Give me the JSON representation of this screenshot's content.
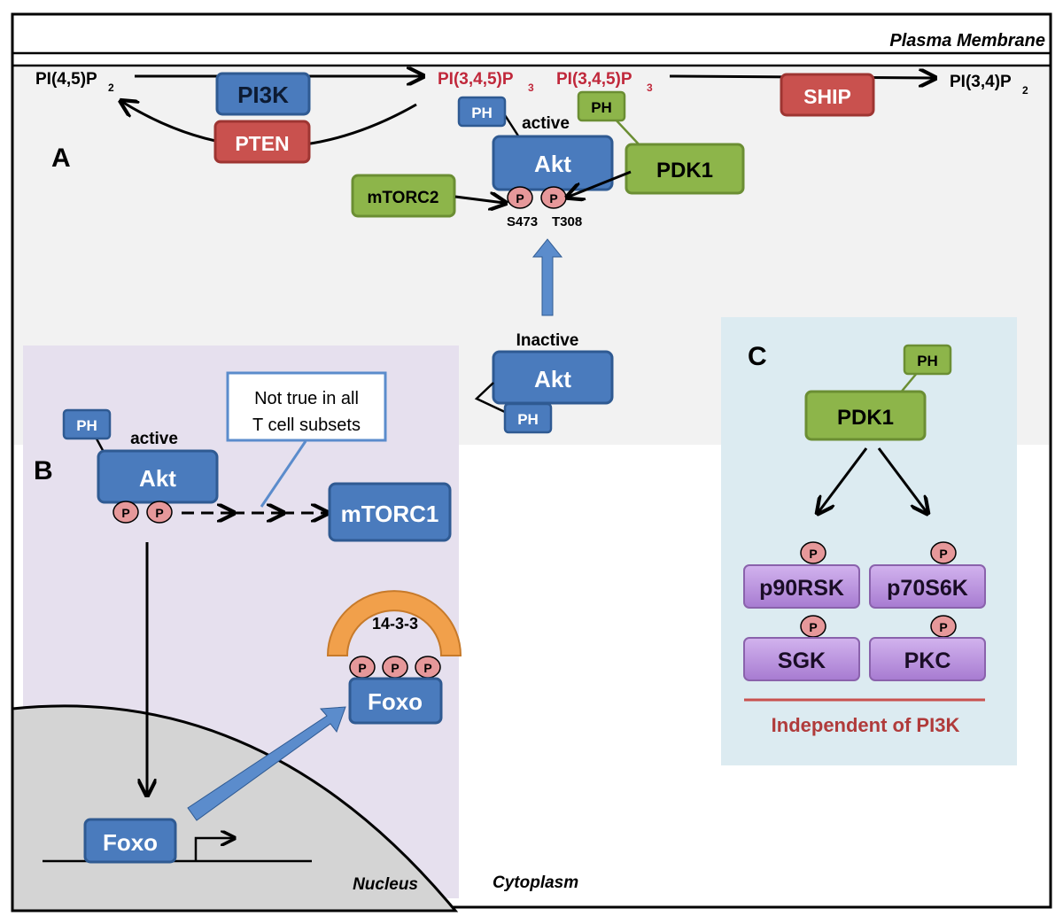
{
  "membrane_label": "Plasma Membrane",
  "cytoplasm_label": "Cytoplasm",
  "nucleus_label": "Nucleus",
  "panel_a": {
    "label": "A",
    "lipid_pi45p2": "PI(4,5)P",
    "lipid_pi345p3_1": "PI(3,4,5)P",
    "lipid_pi345p3_2": "PI(3,4,5)P",
    "lipid_pi34p2": "PI(3,4)P",
    "sub_2": "2",
    "sub_3": "3",
    "pi3k": "PI3K",
    "pten": "PTEN",
    "ship": "SHIP",
    "ph": "PH",
    "active": "active",
    "inactive": "Inactive",
    "akt": "Akt",
    "pdk1": "PDK1",
    "mtorc2": "mTORC2",
    "p": "P",
    "s473": "S473",
    "t308": "T308"
  },
  "panel_b": {
    "label": "B",
    "ph": "PH",
    "active": "active",
    "akt": "Akt",
    "p": "P",
    "mtorc1": "mTORC1",
    "callout_line1": "Not true in all",
    "callout_line2": "T cell subsets",
    "protein_14_3_3": "14-3-3",
    "foxo_cyto": "Foxo",
    "foxo_nuc": "Foxo"
  },
  "panel_c": {
    "label": "C",
    "ph": "PH",
    "pdk1": "PDK1",
    "p": "P",
    "p90rsk": "p90RSK",
    "p70s6k": "p70S6K",
    "sgk": "SGK",
    "pkc": "PKC",
    "independent": "Independent of PI3K"
  },
  "colors": {
    "blue": "#4a7bbd",
    "blue_stroke": "#2f5a92",
    "red": "#c9514e",
    "red_stroke": "#9e3532",
    "green": "#8db54a",
    "green_stroke": "#6b8e33",
    "purple": "#b58ad9",
    "purple_stroke": "#8a62ac",
    "orange": "#f1a04b",
    "pink": "#e6989a",
    "lipid_red": "#c0283b",
    "panel_b_bg": "#e6e0ee",
    "panel_c_bg": "#dcebf1",
    "membrane_bg": "#f2f2f2",
    "nucleus_bg": "#d4d4d4"
  }
}
